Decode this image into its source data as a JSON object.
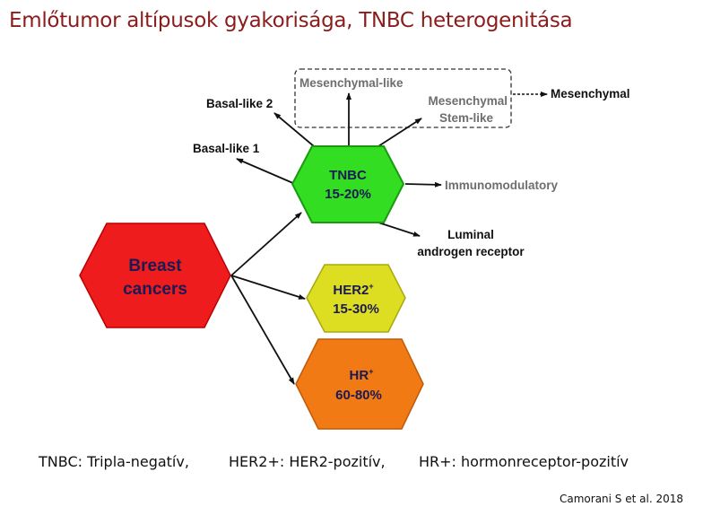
{
  "title": "Emlőtumor altípusok gyakorisága, TNBC heterogenitása",
  "nodes": {
    "breast": {
      "line1": "Breast",
      "line2": "cancers",
      "color": "#ee1c1c"
    },
    "tnbc": {
      "line1": "TNBC",
      "line2": "15-20%",
      "color": "#33dd22"
    },
    "her2": {
      "line1": "HER2",
      "sup": "+",
      "line2": "15-30%",
      "color": "#dddd22"
    },
    "hr": {
      "line1": "HR",
      "sup": "+",
      "line2": "60-80%",
      "color": "#f27a14"
    }
  },
  "subtypes": {
    "basal2": "Basal-like 2",
    "basal1": "Basal-like 1",
    "mes_like": "Mesenchymal-like",
    "msl1": "Mesenchymal",
    "msl2": "Stem-like",
    "mesenchymal": "Mesenchymal",
    "immuno": "Immunomodulatory",
    "lar1": "Luminal",
    "lar2": "androgen receptor"
  },
  "legend": {
    "tnbc": "TNBC: Tripla-negatív,",
    "her2": "HER2+: HER2-pozitív,",
    "hr": "HR+: hormonreceptor-pozitív"
  },
  "citation": "Camorani S et al. 2018"
}
